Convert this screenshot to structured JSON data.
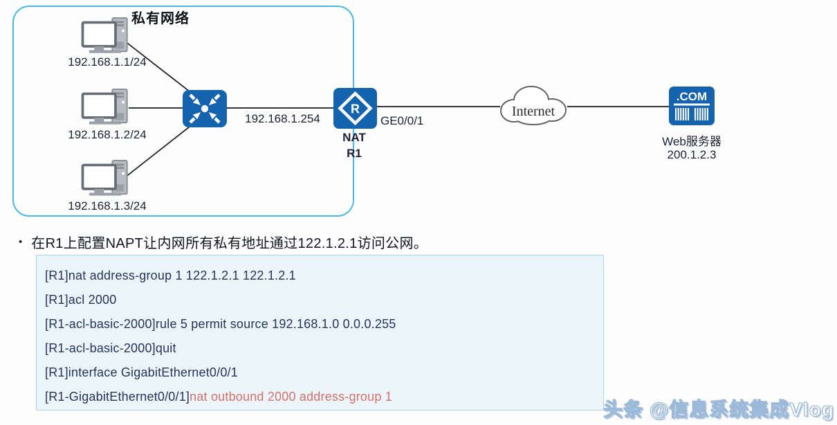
{
  "colors": {
    "device_blue": "#1463af",
    "private_box_border": "#4ab9e9",
    "code_background": "#ebf5fa",
    "code_border": "#a8d4e8",
    "code_text": "#26335c",
    "highlight_red": "#d4716b",
    "link_line": "#1a1a1a"
  },
  "diagram": {
    "private_network_label": "私有网络",
    "hosts": [
      {
        "ip": "192.168.1.1/24"
      },
      {
        "ip": "192.168.1.2/24"
      },
      {
        "ip": "192.168.1.3/24"
      }
    ],
    "lan_gateway_ip": "192.168.1.254",
    "router": {
      "icon_letter": "R",
      "interface_label": "GE0/0/1",
      "role_label": "NAT",
      "name": "R1"
    },
    "cloud_label": "Internet",
    "server": {
      "icon_text": ".COM",
      "name": "Web服务器",
      "ip": "200.1.2.3"
    }
  },
  "instruction": {
    "bullet": "•",
    "text": "在R1上配置NAPT让内网所有私有地址通过122.1.2.1访问公网。"
  },
  "code_block": {
    "lines": [
      "[R1]nat address-group 1 122.1.2.1 122.1.2.1",
      "[R1]acl 2000",
      "[R1-acl-basic-2000]rule 5 permit source 192.168.1.0 0.0.0.255",
      "[R1-acl-basic-2000]quit",
      "[R1]interface GigabitEthernet0/0/1"
    ],
    "last_line_prefix": "[R1-GigabitEthernet0/0/1]",
    "last_line_highlight": "nat outbound 2000 address-group 1"
  },
  "watermark": "头条 @信息系统集成Vlog"
}
